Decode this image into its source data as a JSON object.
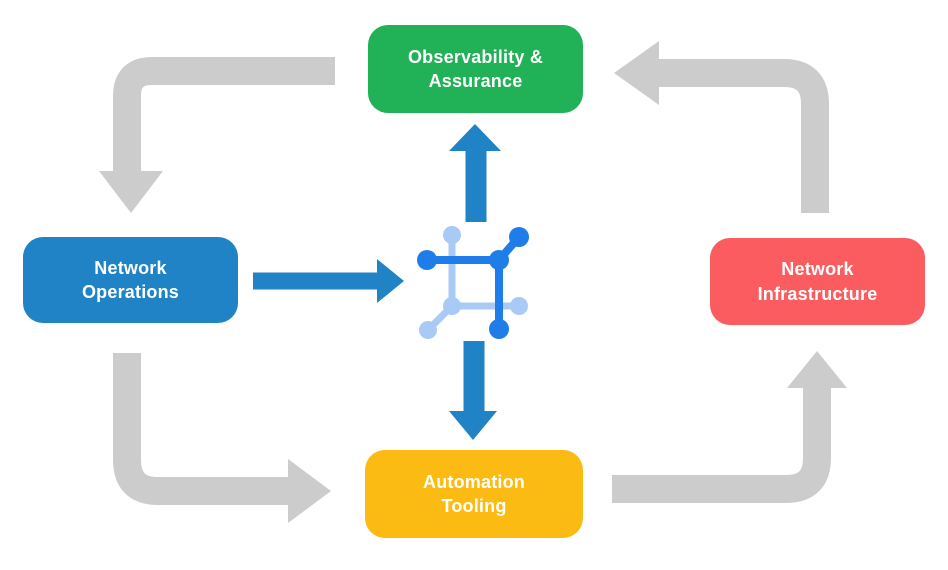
{
  "nodes": {
    "observability": {
      "label": "Observability &\nAssurance",
      "color": "#21B157"
    },
    "operations": {
      "label": "Network\nOperations",
      "color": "#2083C6"
    },
    "infrastructure": {
      "label": "Network\nInfrastructure",
      "color": "#FA5C5F"
    },
    "automation": {
      "label": "Automation\nTooling",
      "color": "#FCBB13"
    }
  },
  "arrows": {
    "gray_loop_color": "#CCCCCC",
    "blue_flow_color": "#2083C6",
    "loop_sequence": [
      "observability-to-operations",
      "operations-to-automation",
      "automation-to-infrastructure",
      "infrastructure-to-observability"
    ],
    "blue_flows": [
      "operations-to-center",
      "center-to-observability",
      "center-to-automation"
    ]
  },
  "center_icon": {
    "name": "network-mesh-icon",
    "primary_color": "#1E7DE8",
    "secondary_color": "#A9CAF5"
  }
}
